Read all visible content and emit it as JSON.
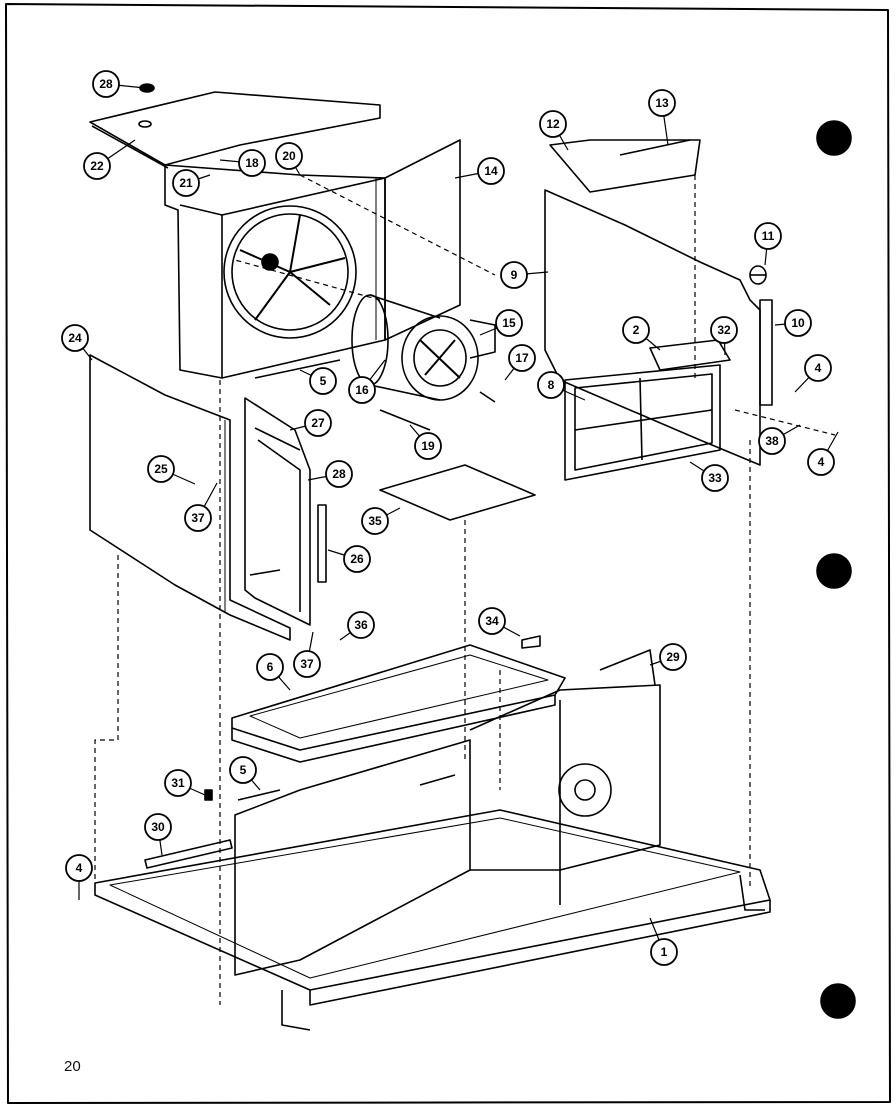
{
  "page_number": "20",
  "callouts": [
    {
      "id": "c28a",
      "label": "28"
    },
    {
      "id": "c22",
      "label": "22"
    },
    {
      "id": "c21",
      "label": "21"
    },
    {
      "id": "c18a",
      "label": "18"
    },
    {
      "id": "c20a",
      "label": "20"
    },
    {
      "id": "c14",
      "label": "14"
    },
    {
      "id": "c12",
      "label": "12"
    },
    {
      "id": "c13",
      "label": "13"
    },
    {
      "id": "c11",
      "label": "11"
    },
    {
      "id": "c9",
      "label": "9"
    },
    {
      "id": "c15",
      "label": "15"
    },
    {
      "id": "c16",
      "label": "16"
    },
    {
      "id": "c17",
      "label": "17"
    },
    {
      "id": "c19",
      "label": "19"
    },
    {
      "id": "c5a",
      "label": "5"
    },
    {
      "id": "c24",
      "label": "24"
    },
    {
      "id": "c2",
      "label": "2"
    },
    {
      "id": "c32",
      "label": "32"
    },
    {
      "id": "c10",
      "label": "10"
    },
    {
      "id": "c4a",
      "label": "4"
    },
    {
      "id": "c8",
      "label": "8"
    },
    {
      "id": "c38",
      "label": "38"
    },
    {
      "id": "c4b",
      "label": "4"
    },
    {
      "id": "c33",
      "label": "33"
    },
    {
      "id": "c27",
      "label": "27"
    },
    {
      "id": "c28b",
      "label": "28"
    },
    {
      "id": "c25",
      "label": "25"
    },
    {
      "id": "c37a",
      "label": "37"
    },
    {
      "id": "c35",
      "label": "35"
    },
    {
      "id": "c26",
      "label": "26"
    },
    {
      "id": "c36",
      "label": "36"
    },
    {
      "id": "c37b",
      "label": "37"
    },
    {
      "id": "c34",
      "label": "34"
    },
    {
      "id": "c6",
      "label": "6"
    },
    {
      "id": "c29",
      "label": "29"
    },
    {
      "id": "c5b",
      "label": "5"
    },
    {
      "id": "c31",
      "label": "31"
    },
    {
      "id": "c30",
      "label": "30"
    },
    {
      "id": "c4c",
      "label": "4"
    },
    {
      "id": "c1",
      "label": "1"
    }
  ]
}
